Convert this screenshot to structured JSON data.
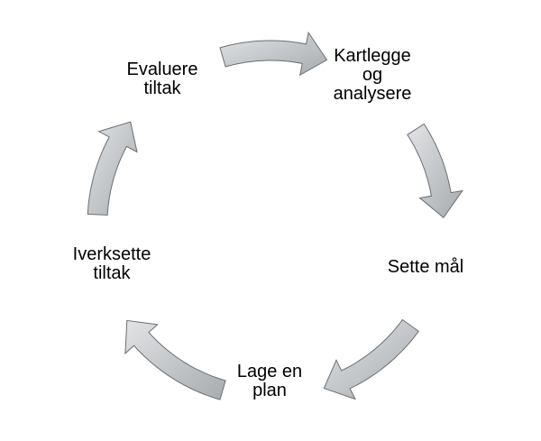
{
  "diagram": {
    "steps": [
      {
        "line1": "Kartlegge",
        "line2": "og",
        "line3": "analysere"
      },
      {
        "line1": "Sette mål"
      },
      {
        "line1": "Lage en",
        "line2": "plan"
      },
      {
        "line1": "Iverksette",
        "line2": "tiltak"
      },
      {
        "line1": "Evaluere",
        "line2": "tiltak"
      }
    ],
    "colors": {
      "arrow_light": "#e2e4e6",
      "arrow_dark": "#a7abae",
      "arrow_stroke": "#6b6e70"
    }
  }
}
